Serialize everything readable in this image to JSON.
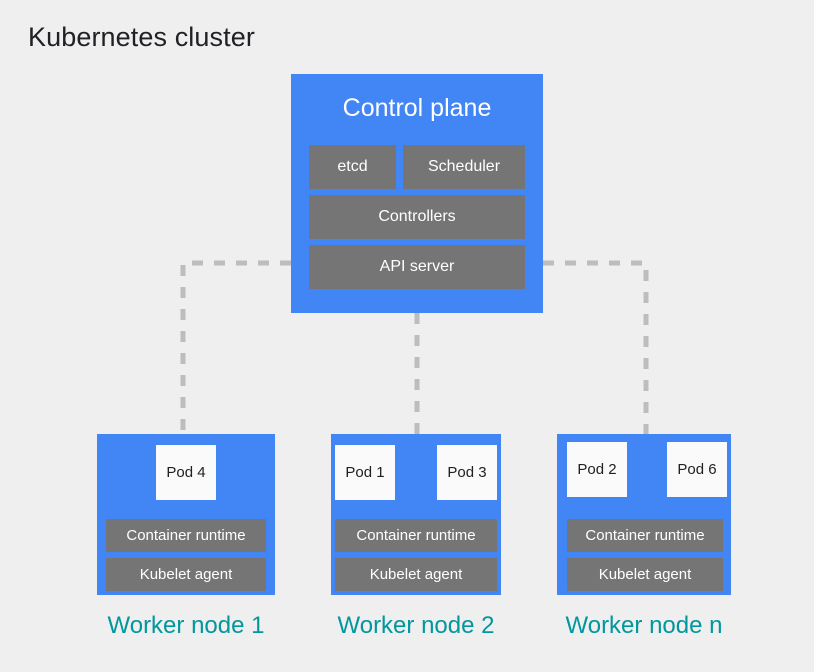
{
  "title": "Kubernetes cluster",
  "colors": {
    "background": "#efefef",
    "node_blue": "#4285f4",
    "component_gray": "#757575",
    "pod_white": "#fafafa",
    "label_teal": "#00979d",
    "connector_gray": "#bdbdbd",
    "title_black": "#202124"
  },
  "control_plane": {
    "title": "Control plane",
    "components": [
      {
        "label": "etcd"
      },
      {
        "label": "Scheduler"
      },
      {
        "label": "Controllers"
      },
      {
        "label": "API server"
      }
    ]
  },
  "worker_nodes": [
    {
      "label": "Worker node 1",
      "pods": [
        {
          "label": "Pod 4"
        }
      ],
      "components": [
        {
          "label": "Container runtime"
        },
        {
          "label": "Kubelet agent"
        }
      ]
    },
    {
      "label": "Worker node 2",
      "pods": [
        {
          "label": "Pod 1"
        },
        {
          "label": "Pod 3"
        }
      ],
      "components": [
        {
          "label": "Container runtime"
        },
        {
          "label": "Kubelet agent"
        }
      ]
    },
    {
      "label": "Worker node n",
      "pods": [
        {
          "label": "Pod 2"
        },
        {
          "label": "Pod 6"
        }
      ],
      "components": [
        {
          "label": "Container runtime"
        },
        {
          "label": "Kubelet agent"
        }
      ]
    }
  ],
  "connectors": {
    "style": "dashed",
    "description": "API server connects to each worker node"
  }
}
